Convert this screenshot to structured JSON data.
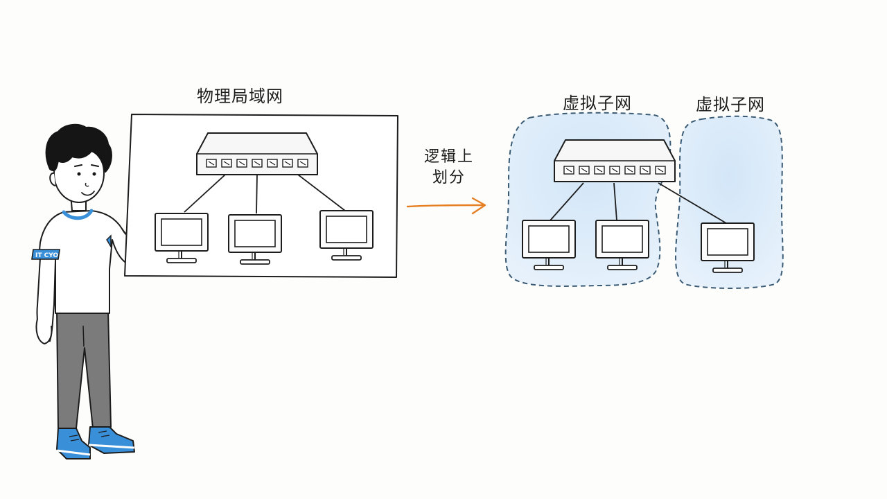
{
  "labels": {
    "physical_lan": "物理局域网",
    "logical_division": "逻辑上划分",
    "virtual_subnet_1": "虚拟子网",
    "virtual_subnet_2": "虚拟子网"
  },
  "person": {
    "armband_text": "IT CYO"
  },
  "colors": {
    "ink": "#1c1c1c",
    "subnet_fill": "#d6e8f8",
    "subnet_border": "#3b5b74",
    "arrow": "#e67e22",
    "shoe": "#3a8fd9",
    "pants": "#7a7a7a",
    "armband": "#3a8fd9"
  },
  "icons": [
    "switch-icon",
    "monitor-icon",
    "arrow-right-icon",
    "presenter-figure"
  ]
}
